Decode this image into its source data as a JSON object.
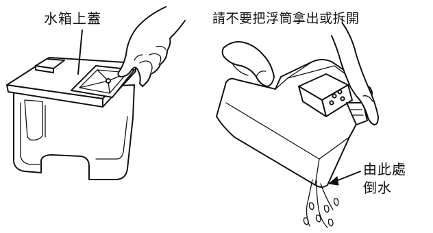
{
  "labels": {
    "tank_lid": "水箱上蓋",
    "float_warning": "請不要把浮筒拿出或拆開",
    "pour_line1": "由此處",
    "pour_line2": "倒水"
  }
}
